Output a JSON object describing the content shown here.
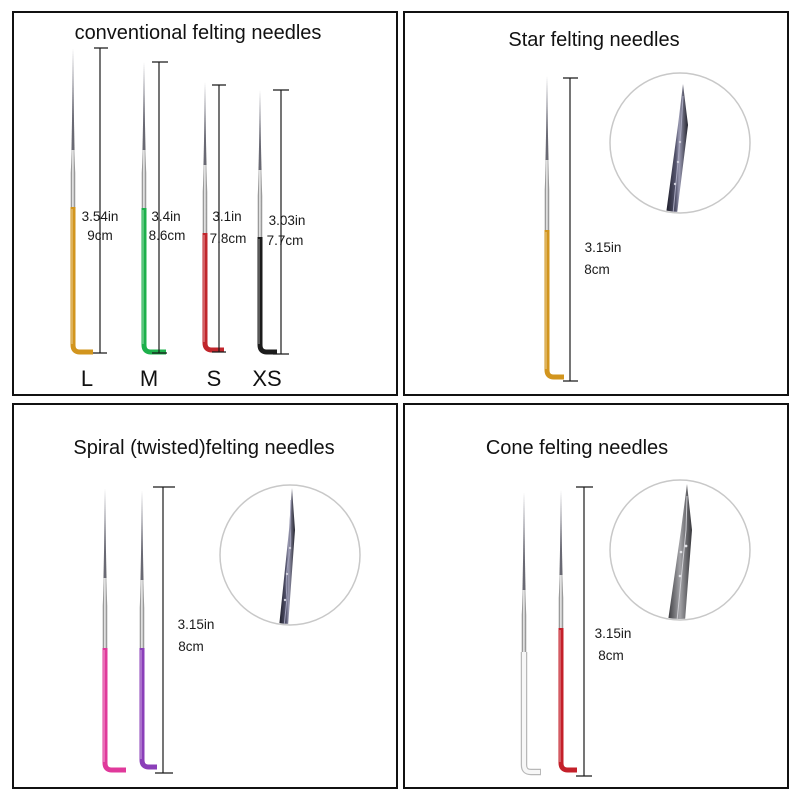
{
  "panels": {
    "conventional": {
      "title": "conventional felting needles",
      "needles": [
        {
          "size": "L",
          "length_in": "3.54in",
          "length_cm": "9cm",
          "handle_color": "#d2951e"
        },
        {
          "size": "M",
          "length_in": "3.4in",
          "length_cm": "8.6cm",
          "handle_color": "#1db04b"
        },
        {
          "size": "S",
          "length_in": "3.1in",
          "length_cm": "7.8cm",
          "handle_color": "#c1262c"
        },
        {
          "size": "XS",
          "length_in": "3.03in",
          "length_cm": "7.7cm",
          "handle_color": "#1c1c1c"
        }
      ]
    },
    "star": {
      "title": "Star felting needles",
      "length_in": "3.15in",
      "length_cm": "8cm",
      "handle_colors": [
        "#d2951e"
      ]
    },
    "spiral": {
      "title": "Spiral (twisted)felting needles",
      "length_in": "3.15in",
      "length_cm": "8cm",
      "handle_colors": [
        "#e0399b",
        "#8b3fb9"
      ]
    },
    "cone": {
      "title": "Cone felting needles",
      "length_in": "3.15in",
      "length_cm": "8cm",
      "handle_colors": [
        "#f7f7f7",
        "#c4202a"
      ]
    }
  }
}
